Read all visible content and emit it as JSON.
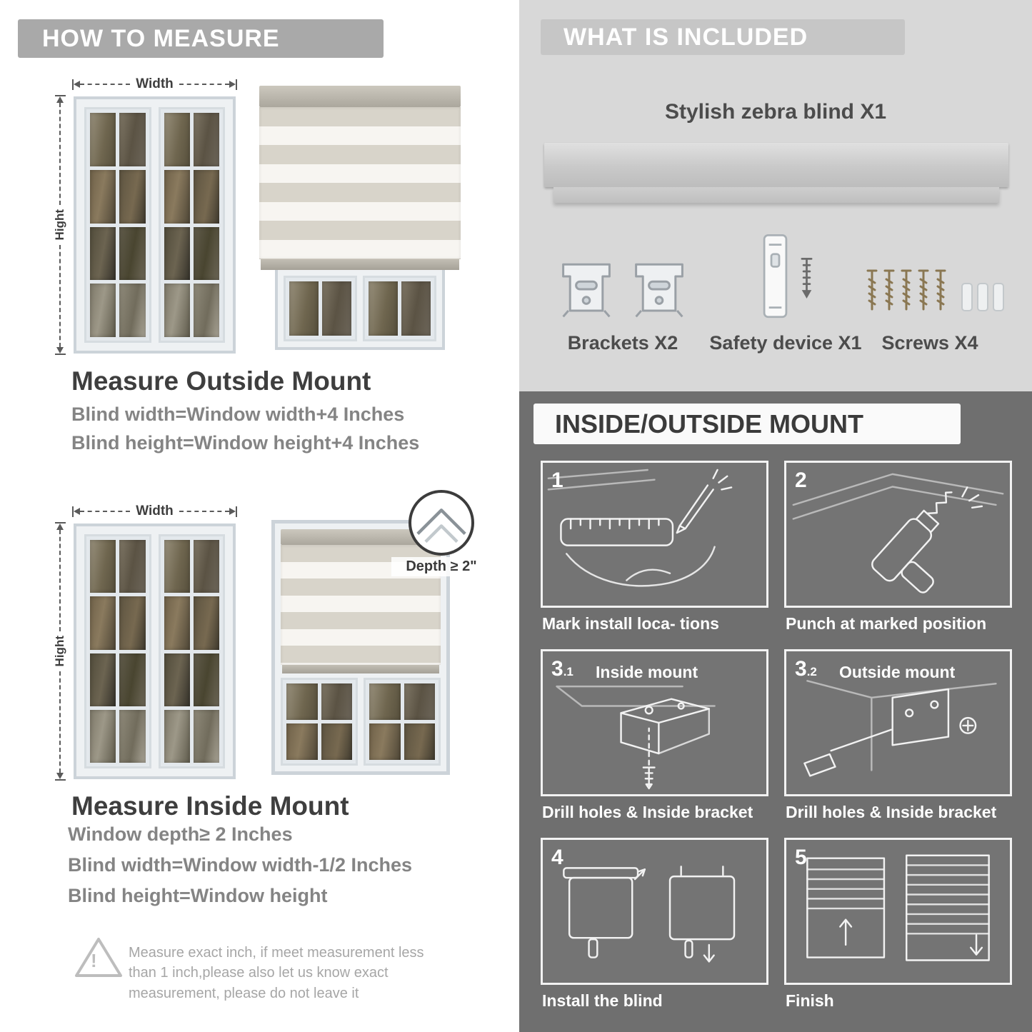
{
  "left": {
    "banner": "HOW TO MEASURE",
    "outside": {
      "width_label": "Width",
      "height_label": "Hight",
      "title": "Measure Outside Mount",
      "formula1": "Blind width=Window width+4 Inches",
      "formula2": "Blind height=Window height+4 Inches"
    },
    "inside": {
      "width_label": "Width",
      "height_label": "Hight",
      "depth_label": "Depth ≥ 2\"",
      "title": "Measure Inside Mount",
      "formula1": "Window depth≥ 2 Inches",
      "formula2": "Blind width=Window width-1/2 Inches",
      "formula3": "Blind height=Window height"
    },
    "warning_mark": "!",
    "note": "Measure exact inch, if meet measurement less than 1 inch,please also let us know exact measurement, please do not leave it"
  },
  "included": {
    "banner": "WHAT IS INCLUDED",
    "product_label": "Stylish zebra blind X1",
    "items": [
      {
        "label": "Brackets X2"
      },
      {
        "label": "Safety device X1"
      },
      {
        "label": "Screws X4"
      }
    ]
  },
  "mount": {
    "banner": "INSIDE/OUTSIDE MOUNT",
    "steps": [
      {
        "num": "1",
        "title": "",
        "caption": "Mark install loca- tions"
      },
      {
        "num": "2",
        "title": "",
        "caption": "Punch at  marked position"
      },
      {
        "num": "3",
        "sub": ".1",
        "title": "Inside mount",
        "caption": "Drill holes &  Inside bracket"
      },
      {
        "num": "3",
        "sub": ".2",
        "title": "Outside mount",
        "caption": "Drill holes &  Inside bracket"
      },
      {
        "num": "4",
        "title": "",
        "caption": "Install the blind"
      },
      {
        "num": "5",
        "title": "",
        "caption": "Finish"
      }
    ]
  },
  "colors": {
    "banner_gray": "#a9a9a9",
    "panel_light_gray": "#d8d8d8",
    "panel_dark_gray": "#6f6f6f",
    "heading_dark": "#3e3e3e",
    "formula_gray": "#848484"
  }
}
